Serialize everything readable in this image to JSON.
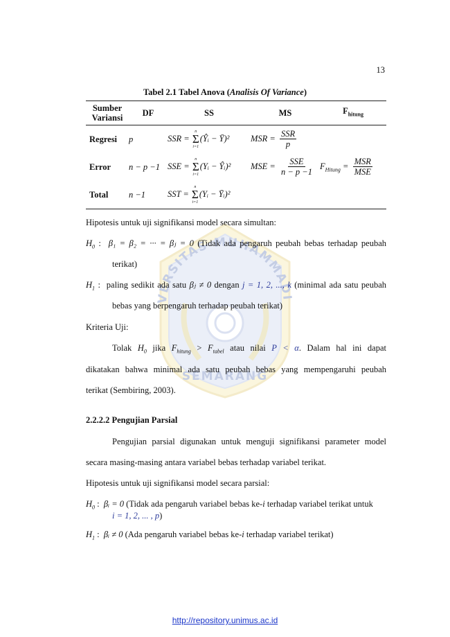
{
  "page_number": "13",
  "caption": {
    "prefix": "Tabel 2.1 Tabel Anova (",
    "italic": "Analisis Of Variance",
    "suffix": ")"
  },
  "table": {
    "headers": {
      "source_line1": "Sumber",
      "source_line2": "Variansi",
      "df": "DF",
      "ss": "SS",
      "ms": "MS",
      "f": "F",
      "f_sub": "hitung"
    },
    "rows": [
      {
        "source": "Regresi",
        "df": "p"
      },
      {
        "source": "Error",
        "df": "n − p −1"
      },
      {
        "source": "Total",
        "df": "n −1"
      }
    ],
    "formulas": {
      "ssr_label": "SSR =",
      "sse_label": "SSE =",
      "sst_label": "SST =",
      "sum_upper": "n",
      "sum_lower": "i=1",
      "ssr_term": "(Ŷᵢ − Ȳ)²",
      "sse_term": "(Yᵢ − Ŷᵢ)²",
      "sst_term": "(Yᵢ − Ȳᵢ)²",
      "msr_label": "MSR =",
      "msr_num": "SSR",
      "msr_den": "p",
      "mse_label": "MSE =",
      "mse_num": "SSE",
      "mse_den": "n − p −1",
      "f_label": "F",
      "f_sub": "Hitung",
      "f_eq": "=",
      "f_num": "MSR",
      "f_den": "MSE"
    }
  },
  "text": {
    "hyp_simultan": "Hipotesis untuk uji signifikansi model secara simultan:",
    "h0_label": "H",
    "h0_sub": "0",
    "h0_colon": " :",
    "h0_expr": "β₁ = β₂ = ··· = βⱼ = 0",
    "h0_text": " (Tidak ada pengaruh peubah bebas terhadap peubah",
    "h0_cont": "terikat)",
    "h1_label": "H",
    "h1_sub": "1",
    "h1_colon": " :",
    "h1_text_a": "paling sedikit ada satu ",
    "h1_beta": "βⱼ ≠ 0",
    "h1_text_b": " dengan ",
    "h1_j": "j = 1, 2, ..., k",
    "h1_text_c": " (minimal ada satu peubah",
    "h1_cont": "bebas yang berpengaruh terhadap peubah terikat)",
    "kriteria": "Kriteria Uji:",
    "tolak_a": "Tolak ",
    "tolak_h0": "H",
    "tolak_h0_sub": "0",
    "tolak_b": " jika ",
    "fhit": "F",
    "fhit_sub": "hitung",
    "gt": " > ",
    "ftab": "F",
    "ftab_sub": "tabel",
    "tolak_c": " atau nilai ",
    "p_lt_alpha": "P < α",
    "tolak_d": ". Dalam hal ini dapat",
    "line2": "dikatakan bahwa minimal ada satu peubah bebas yang mempengaruhi peubah",
    "line3": "terikat (Sembiring, 2003).",
    "section": "2.2.2.2 Pengujian Parsial",
    "parsial_1": "Pengujian parsial digunakan untuk menguji signifikansi parameter model",
    "parsial_2": "secara masing-masing antara variabel bebas terhadap variabel terikat.",
    "hyp_parsial": "Hipotesis untuk uji signifikansi model secara parsial:",
    "p_h0_expr": "βᵢ = 0",
    "p_h0_text_a": " (Tidak ada pengaruh variabel bebas ke-",
    "p_h0_i": "i",
    "p_h0_text_b": " terhadap variabel terikat untuk",
    "p_h0_cont_expr": "i = 1, 2, ... , p",
    "p_h0_cont_close": ")",
    "p_h1_expr": "βᵢ ≠ 0",
    "p_h1_text_a": " (Ada pengaruh variabel bebas ke-",
    "p_h1_i": "i",
    "p_h1_text_b": " terhadap variabel terikat)"
  },
  "watermark": {
    "top_text": "UNIVERSITAS MUHAMMADIYAH",
    "bottom_text": "SEMARANG"
  },
  "footer": {
    "link": "http://repository.unimus.ac.id"
  }
}
